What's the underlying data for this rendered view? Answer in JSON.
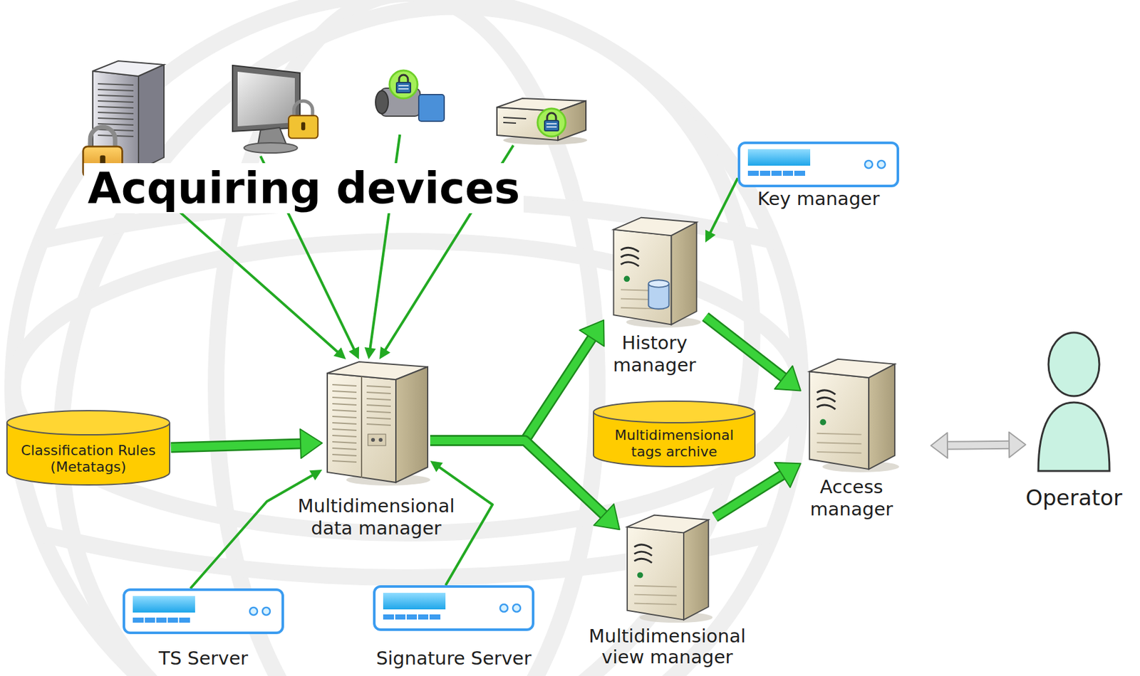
{
  "diagram": {
    "nodes": [
      {
        "text": [
          "Acquiring devices"
        ]
      },
      {
        "text": [
          "Classification Rules (Metatags)"
        ]
      },
      {
        "text": [
          "Multidimensional data manager"
        ]
      },
      {
        "text": [
          "Key manager"
        ]
      },
      {
        "text": [
          "History manager"
        ]
      },
      {
        "text": [
          "Multidimensional tags archive"
        ]
      },
      {
        "text": [
          "Multidimensional view manager"
        ]
      },
      {
        "text": [
          "Access manager"
        ]
      },
      {
        "text": [
          "Operator"
        ]
      },
      {
        "text": [
          "TS Server"
        ]
      },
      {
        "text": [
          "Signature Server"
        ]
      }
    ],
    "edges": [
      {
        "from": 0,
        "to": 2,
        "arrow": "to"
      },
      {
        "from": 1,
        "to": 2,
        "arrow": "to"
      },
      {
        "from": 9,
        "to": 2,
        "arrow": "to"
      },
      {
        "from": 10,
        "to": 2,
        "arrow": "to"
      },
      {
        "from": 2,
        "to": 4,
        "arrow": "to"
      },
      {
        "from": 2,
        "to": 6,
        "arrow": "to"
      },
      {
        "from": 3,
        "to": 4,
        "arrow": "to"
      },
      {
        "from": 4,
        "to": 7,
        "arrow": "to"
      },
      {
        "from": 6,
        "to": 7,
        "arrow": "to"
      },
      {
        "from": 7,
        "to": 8,
        "arrow": "both"
      }
    ]
  }
}
